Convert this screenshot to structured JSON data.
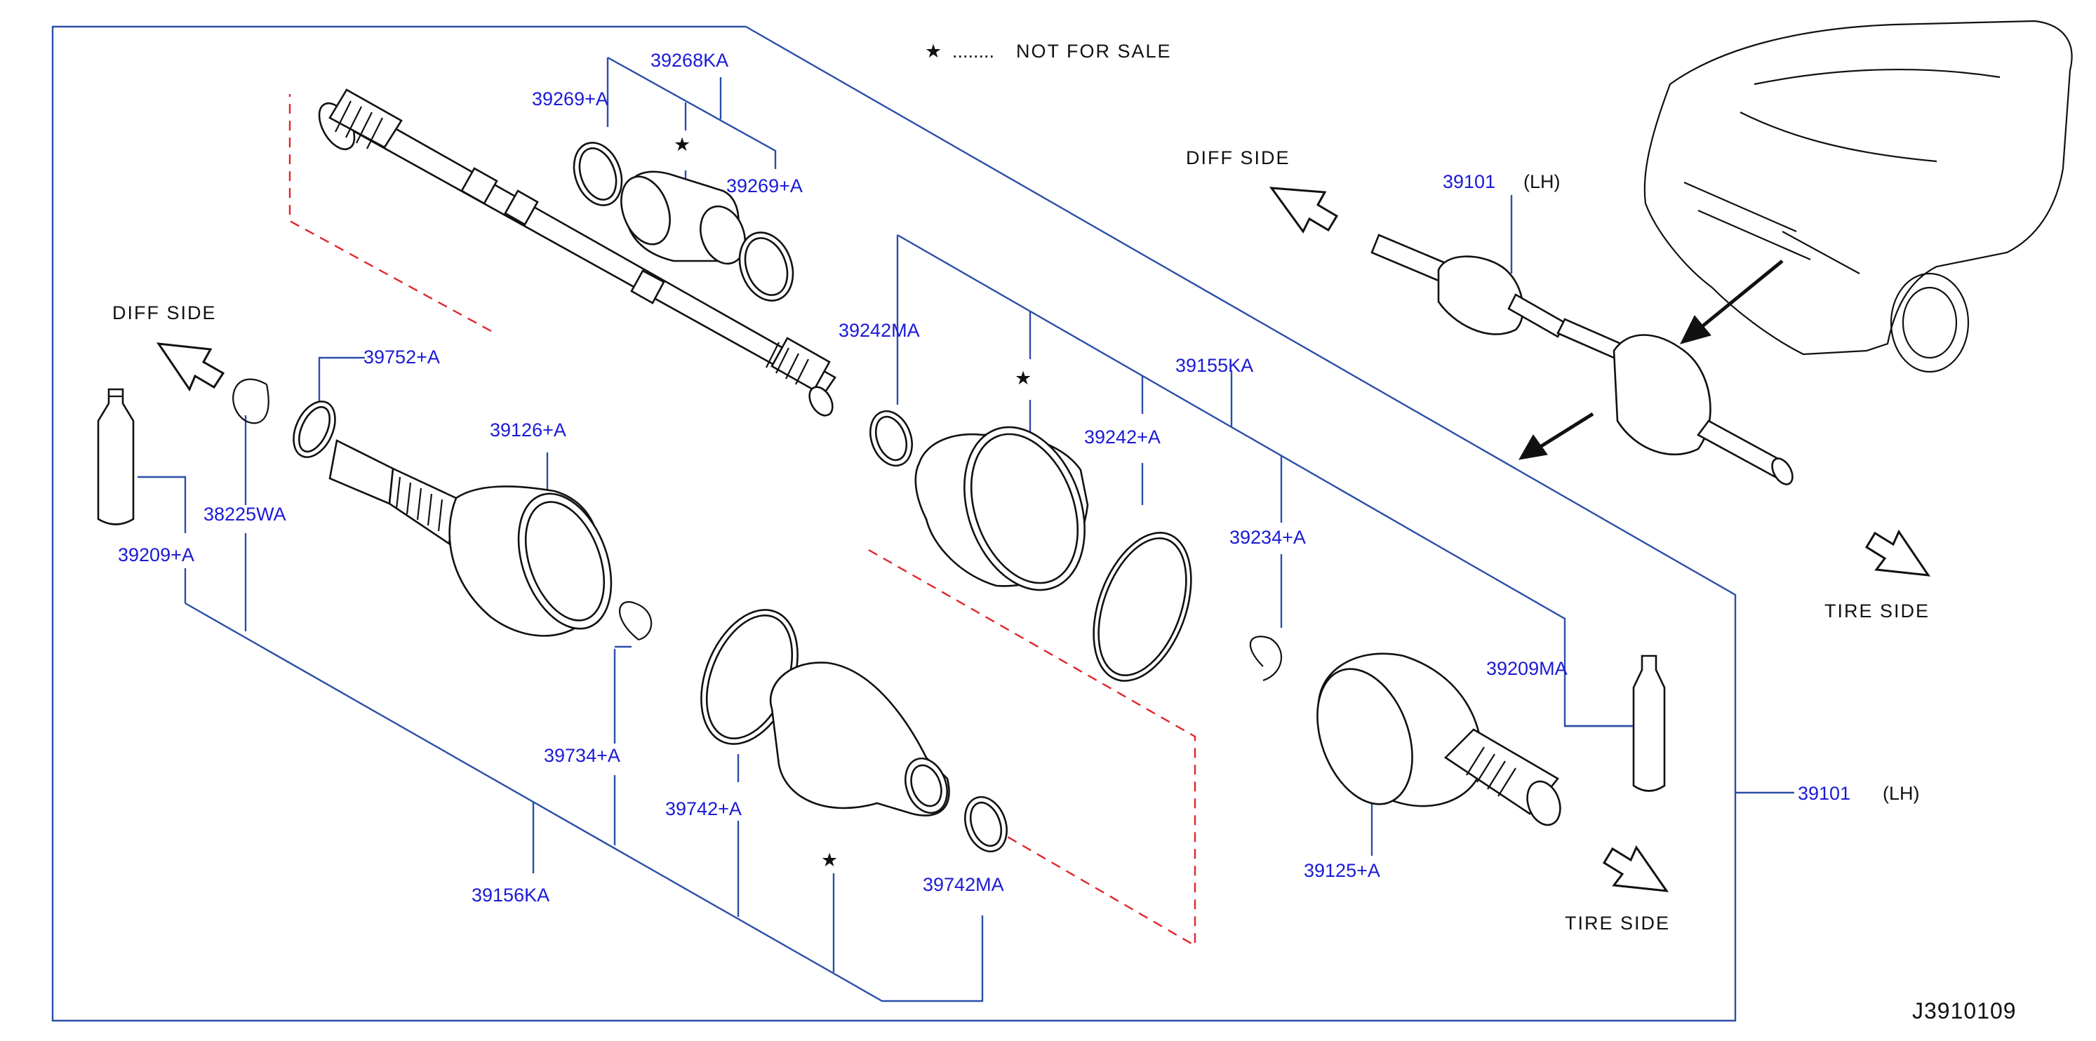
{
  "legend": {
    "star": "★",
    "dots": "........",
    "text": "NOT   FOR   SALE"
  },
  "reference_code": "J3910109",
  "side_labels": {
    "diff_left": "DIFF   SIDE",
    "diff_right": "DIFF   SIDE",
    "tire_right_top": "TIRE   SIDE",
    "tire_right_bottom": "TIRE   SIDE"
  },
  "parts": {
    "p39268KA": "39268KA",
    "p39269A_top": "39269+A",
    "p39269A_right": "39269+A",
    "p39101_top": "39101",
    "p39101_top_lh": "(LH)",
    "p39242MA": "39242MA",
    "p39155KA": "39155KA",
    "p39242A": "39242+A",
    "p39234A": "39234+A",
    "p39752A": "39752+A",
    "p39126A": "39126+A",
    "p38225WA": "38225WA",
    "p39209A": "39209+A",
    "p39209MA": "39209MA",
    "p39734A": "39734+A",
    "p39742A": "39742+A",
    "p39742MA": "39742MA",
    "p39156KA": "39156KA",
    "p39125A": "39125+A",
    "p39101_right": "39101",
    "p39101_right_lh": "(LH)"
  },
  "stars": {
    "s1": "★",
    "s2": "★",
    "s3": "★"
  }
}
